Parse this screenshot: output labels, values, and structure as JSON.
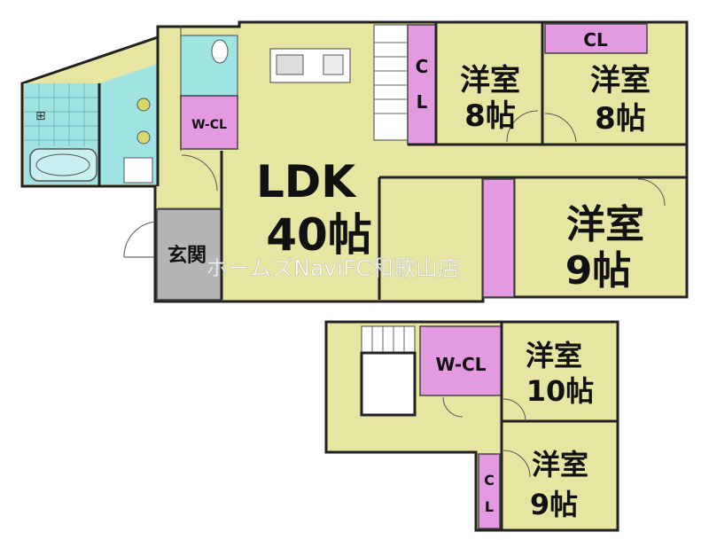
{
  "colors": {
    "room": "#e6e6a2",
    "closet": "#e39ae0",
    "wet": "#9fe3e3",
    "entrance": "#b5b5b5",
    "wall": "#222222",
    "stair": "#ffffff"
  },
  "floor1": {
    "ldk": {
      "name": "LDK",
      "size": "40帖"
    },
    "room_8a": {
      "name": "洋室",
      "size": "8帖"
    },
    "room_8b": {
      "name": "洋室",
      "size": "8帖"
    },
    "room_9": {
      "name": "洋室",
      "size": "9帖"
    },
    "entrance": {
      "name": "玄関"
    },
    "wcl": {
      "label": "W-CL"
    },
    "cl_vertical": {
      "label": "CL"
    },
    "cl_top": {
      "label": "CL"
    }
  },
  "floor2": {
    "room_10": {
      "name": "洋室",
      "size": "10帖"
    },
    "room_9": {
      "name": "洋室",
      "size": "9帖"
    },
    "wcl": {
      "label": "W-CL"
    },
    "cl": {
      "label": "CL"
    }
  },
  "watermark": "ホームズNaviFC和歌山店"
}
